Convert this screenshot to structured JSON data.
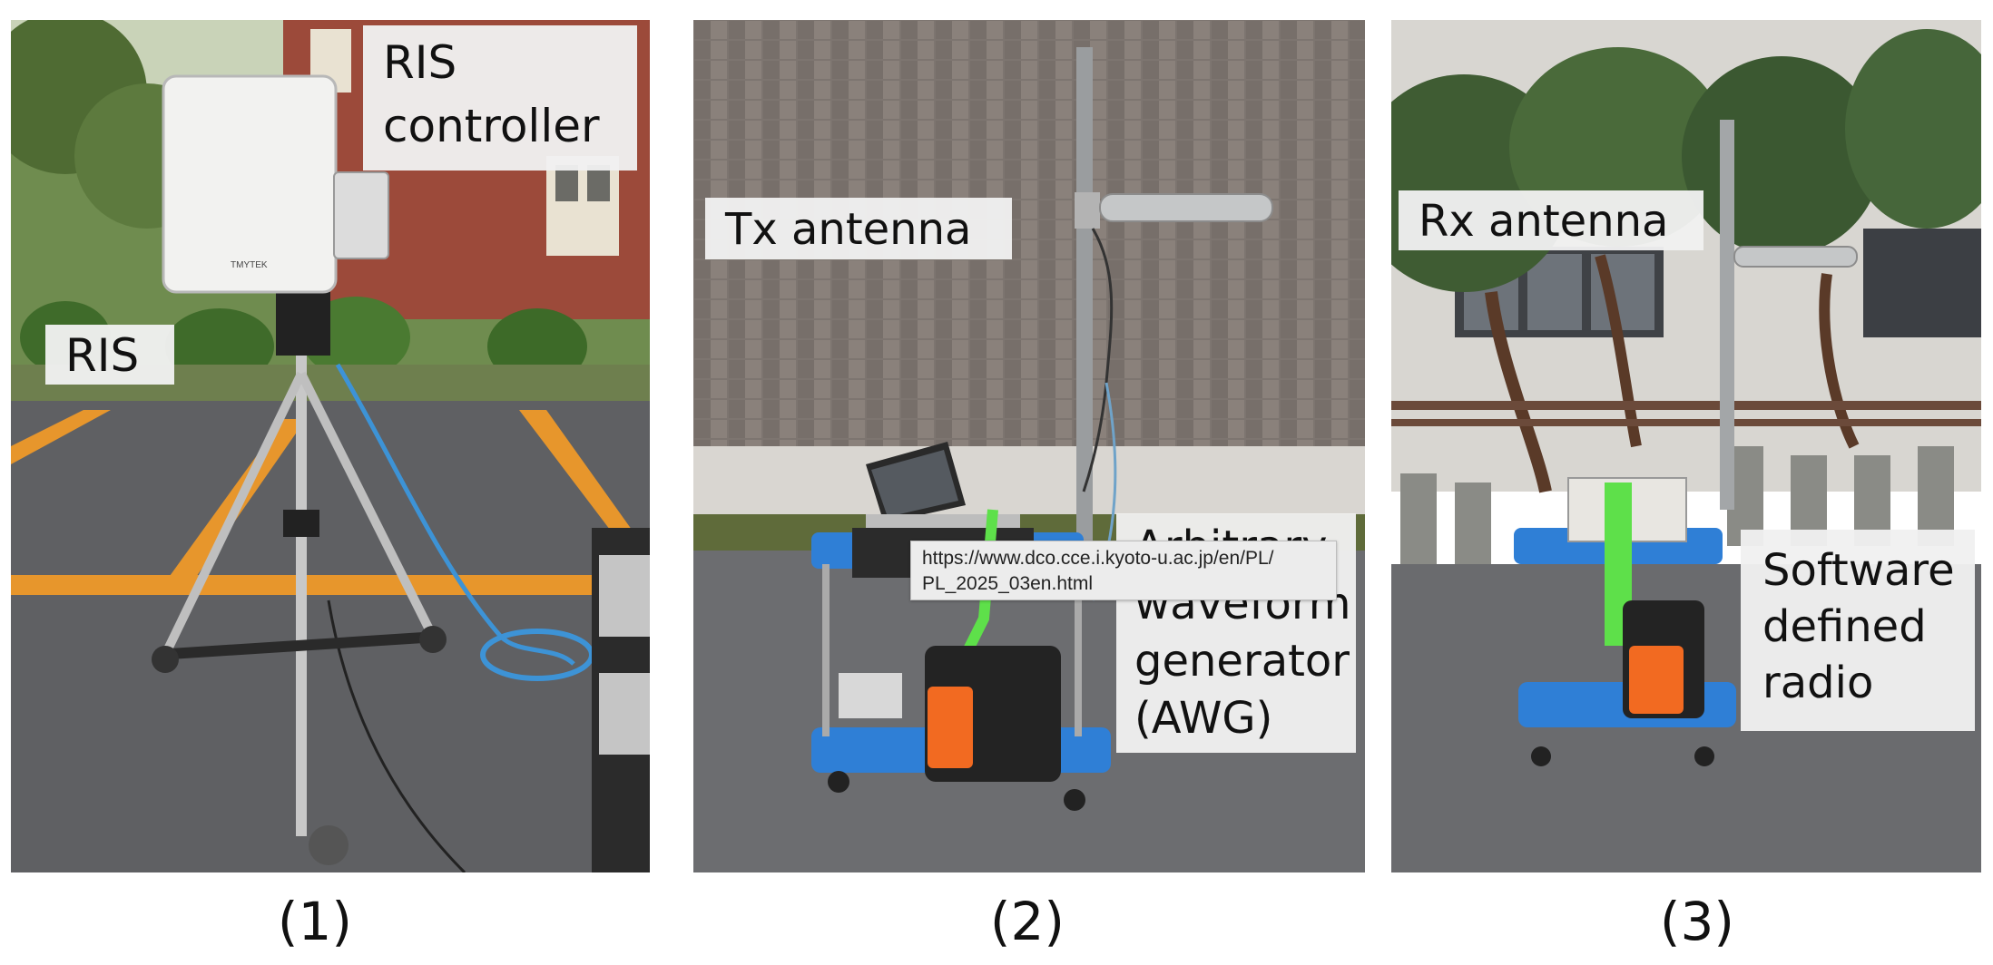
{
  "panels": [
    {
      "caption": "(1)",
      "labels": {
        "controller": "RIS\ncontroller",
        "ris": "RIS",
        "brand": "TMYTEK"
      }
    },
    {
      "caption": "(2)",
      "labels": {
        "tx": "Tx antenna",
        "awg": "Arbitrary\nwaveform\ngenerator\n(AWG)"
      }
    },
    {
      "caption": "(3)",
      "labels": {
        "rx": "Rx antenna",
        "sdr": "Software\ndefined\nradio"
      }
    }
  ],
  "tooltip": {
    "text": "https://www.dco.cce.i.kyoto-u.ac.jp/en/PL/\nPL_2025_03en.html"
  }
}
